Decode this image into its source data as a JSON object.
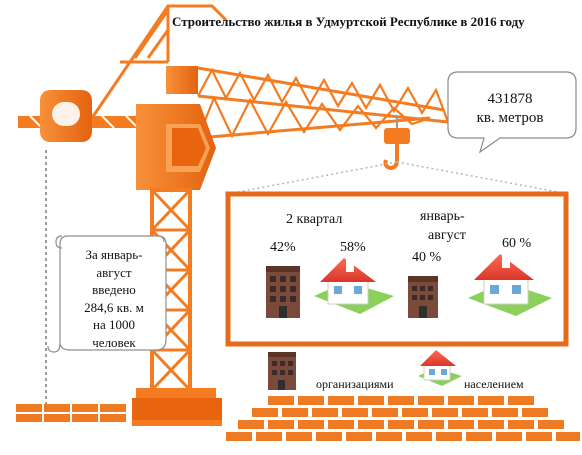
{
  "title": "Строительство жилья в Удмуртской Республике в 2016 году",
  "bubble": {
    "value": "431878",
    "unit": "кв. метров"
  },
  "scroll": {
    "lines": [
      "За январь-",
      "август",
      "введено",
      "284,6 кв. м",
      "на 1000",
      "человек"
    ]
  },
  "panel": {
    "q2": {
      "label": "2 квартал",
      "org_pct": "42%",
      "pop_pct": "58%"
    },
    "jan_aug": {
      "label_line1": "январь-",
      "label_line2": "август",
      "org_pct": "40 %",
      "pop_pct": "60 %"
    }
  },
  "legend": {
    "organizations": "организациями",
    "population": "населением"
  },
  "colors": {
    "crane": "#f47b20",
    "crane_dark": "#c95410",
    "panel_border": "#e66a1a",
    "bricks": "#ef7a24"
  },
  "icons": [
    "crane-illustration",
    "apartment-building-icon",
    "house-icon",
    "brick-wall"
  ]
}
